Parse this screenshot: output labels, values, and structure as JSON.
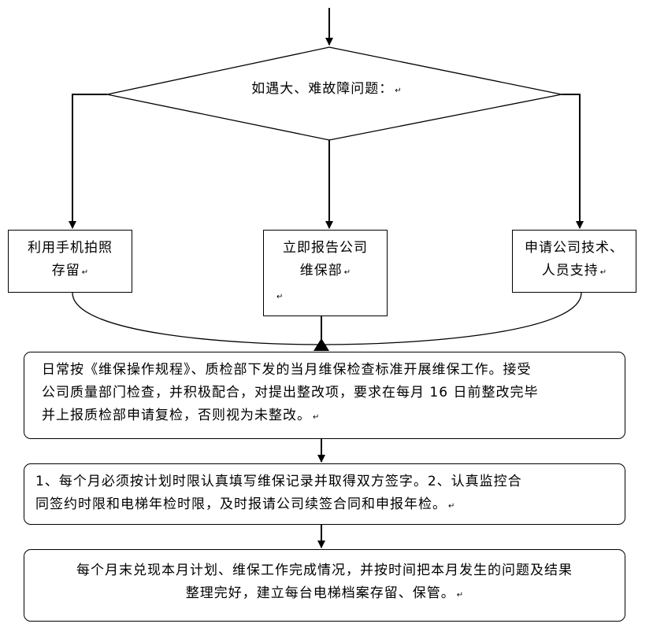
{
  "decision": {
    "text": "如遇大、难故障问题："
  },
  "boxes": {
    "left": {
      "lines": [
        "利用手机拍照",
        "存留"
      ]
    },
    "middle": {
      "lines": [
        "立即报告公司",
        "维保部"
      ]
    },
    "right": {
      "lines": [
        "申请公司技术、",
        "人员支持"
      ]
    }
  },
  "steps": [
    {
      "lines": [
        "日常按《维保操作规程》、质检部下发的当月维保检查标准开展维保工作。接受",
        "公司质量部门检查，并积极配合，对提出整改项，要求在每月 16 日前整改完毕",
        "并上报质检部申请复检，否则视为未整改。"
      ]
    },
    {
      "lines": [
        "1、每个月必须按计划时限认真填写维保记录并取得双方签字。2、认真监控合",
        "同签约时限和电梯年检时限，及时报请公司续签合同和申报年检。"
      ]
    },
    {
      "lines": [
        "每个月末兑现本月计划、维保工作完成情况，并按时间把本月发生的问题及结果",
        "整理完好，建立每台电梯档案存留、保管。"
      ]
    }
  ],
  "para_mark": "↵"
}
